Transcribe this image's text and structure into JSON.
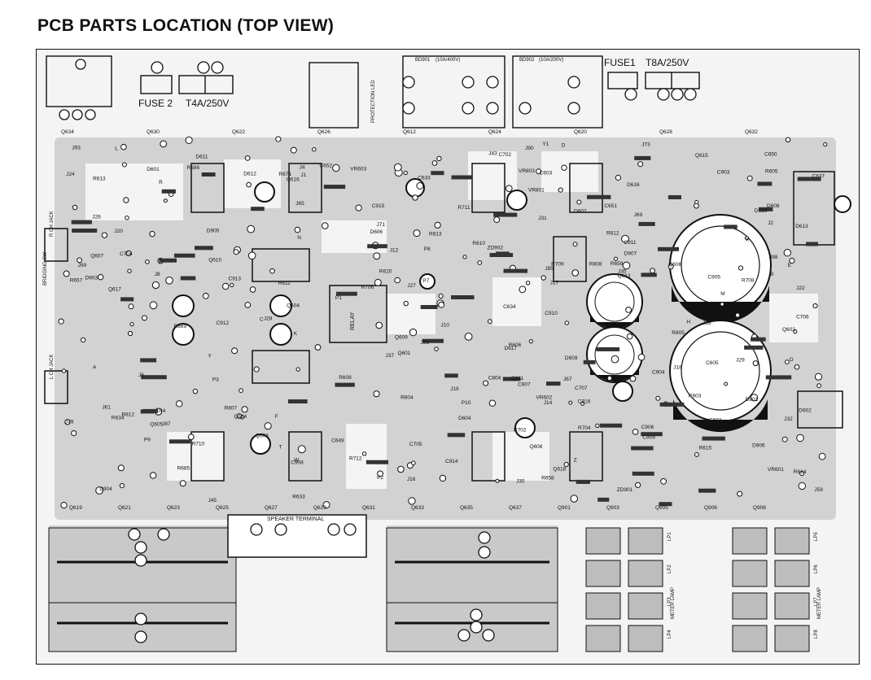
{
  "title": "PCB PARTS LOCATION (TOP VIEW)",
  "board": {
    "fuses": [
      {
        "name": "FUSE 2",
        "rating": "T4A/250V"
      },
      {
        "name": "FUSE1",
        "rating": "T8A/250V"
      }
    ],
    "bridges": [
      {
        "name": "BD901",
        "rating": "(10A/400V)"
      },
      {
        "name": "BD902",
        "rating": "(10A/200V)"
      }
    ],
    "speaker_terminal": "SPEAKER TERMINAL",
    "protection_led": "PROTECTION LED",
    "relay": "RELAY",
    "jacks": [
      "R CH JACK",
      "L CH JACK"
    ],
    "bridging_sw": "BRIDGING SW",
    "lamp_block_left": [
      "LP1",
      "LP2",
      "LP3",
      "LP4"
    ],
    "lamp_block_right": [
      "LP5",
      "LP6",
      "LP7",
      "LP8"
    ],
    "meter_lamp": "METER LAMP",
    "transistors": [
      "Q634",
      "Q630",
      "Q622",
      "Q626",
      "Q612",
      "Q624",
      "Q620",
      "Q628",
      "Q632",
      "Q618",
      "Q616",
      "Q614",
      "Q610",
      "Q606",
      "Q608",
      "Q602",
      "Q604",
      "Q601",
      "Q603",
      "Q605",
      "Q607",
      "Q609",
      "Q611",
      "Q613",
      "Q615",
      "Q617",
      "Q619",
      "Q621",
      "Q623",
      "Q625",
      "Q627",
      "Q629",
      "Q631",
      "Q633",
      "Q635",
      "Q637",
      "Q901",
      "Q903",
      "Q905",
      "Q906",
      "Q908"
    ],
    "capacitors": [
      "C903",
      "C904",
      "C905",
      "C906",
      "C907",
      "C908",
      "C909",
      "C910",
      "C911",
      "C912",
      "C913",
      "C914",
      "C915",
      "C916",
      "C650",
      "C651",
      "C649",
      "C652",
      "C705",
      "C702",
      "C704",
      "C706",
      "C707",
      "C633",
      "C634",
      "C637",
      "C602",
      "C603",
      "C605",
      "C804"
    ],
    "resistors": [
      "R604",
      "R606",
      "R605",
      "R608",
      "R610",
      "R611",
      "R612",
      "R613",
      "R614",
      "R615",
      "R620",
      "R633",
      "R634",
      "R657",
      "R658",
      "R659",
      "R669",
      "R671",
      "R685",
      "R686",
      "R702",
      "R704",
      "R706",
      "R708",
      "R709",
      "R710",
      "R711",
      "R712",
      "R803",
      "R805",
      "R807",
      "R808",
      "R812",
      "R813"
    ],
    "diodes": [
      "D601",
      "D602",
      "D604",
      "D606",
      "D608",
      "D609",
      "D610",
      "D611",
      "D612",
      "D613",
      "D616",
      "D617",
      "D901",
      "D902",
      "D903",
      "D904",
      "D905",
      "D906",
      "D907",
      "ZD901",
      "ZD902"
    ],
    "jumpers": [
      "J1",
      "J2",
      "J4",
      "J6",
      "J8",
      "J10",
      "J12",
      "J14",
      "J16",
      "J17",
      "J18",
      "J19",
      "J20",
      "J22",
      "J24",
      "J26",
      "J27",
      "J28",
      "J29",
      "J30",
      "J31",
      "J32",
      "J35",
      "J37",
      "J43",
      "J45",
      "J59",
      "J61",
      "J65",
      "J67",
      "J69",
      "J71",
      "J73",
      "J79",
      "J83",
      "J85",
      "J87",
      "J88",
      "J90",
      "J91",
      "J93",
      "J99"
    ],
    "terminal_marks": [
      "P1",
      "P2",
      "P3",
      "P4",
      "P7",
      "P8",
      "P9",
      "P10",
      "Y",
      "Y1",
      "X",
      "Z",
      "A",
      "B",
      "C",
      "D",
      "E",
      "F",
      "H",
      "K",
      "L",
      "M",
      "N",
      "O",
      "R",
      "W",
      "T"
    ],
    "vr": [
      "VR601",
      "VR602",
      "VR603",
      "VR801",
      "VR803"
    ]
  },
  "colors": {
    "ink": "#111111",
    "board": "#f4f4f4",
    "trace": "#c9c9c9",
    "shade": "#9a9a9a"
  }
}
